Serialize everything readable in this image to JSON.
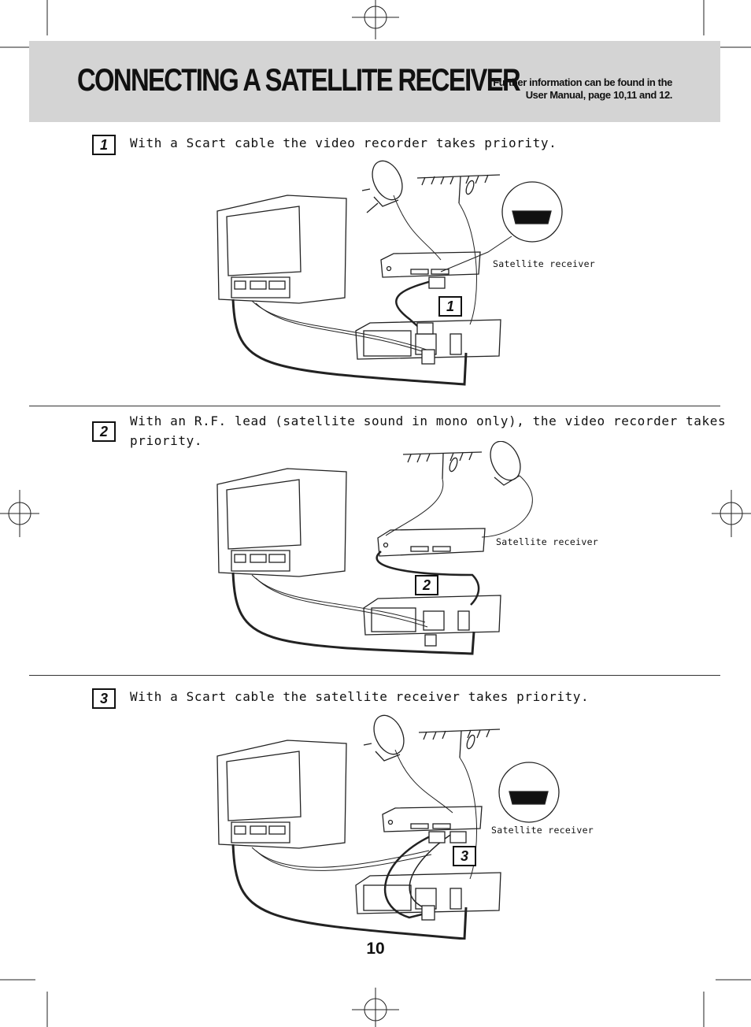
{
  "header": {
    "title": "CONNECTING A SATELLITE RECEIVER",
    "note_line1": "Further information can be found in the",
    "note_line2": "User Manual, page 10,11 and 12."
  },
  "steps": [
    {
      "number": "1",
      "text": "With a Scart cable the video recorder takes priority.",
      "callout": "1",
      "device_label": "Satellite receiver"
    },
    {
      "number": "2",
      "text_line1": "With an R.F. lead (satellite sound in mono only), the video recorder takes",
      "text_line2": "priority.",
      "callout": "2",
      "device_label": "Satellite receiver"
    },
    {
      "number": "3",
      "text": "With a Scart cable the satellite receiver takes priority.",
      "callout": "3",
      "device_label": "Satellite receiver"
    }
  ],
  "footer": {
    "page_number": "10"
  }
}
